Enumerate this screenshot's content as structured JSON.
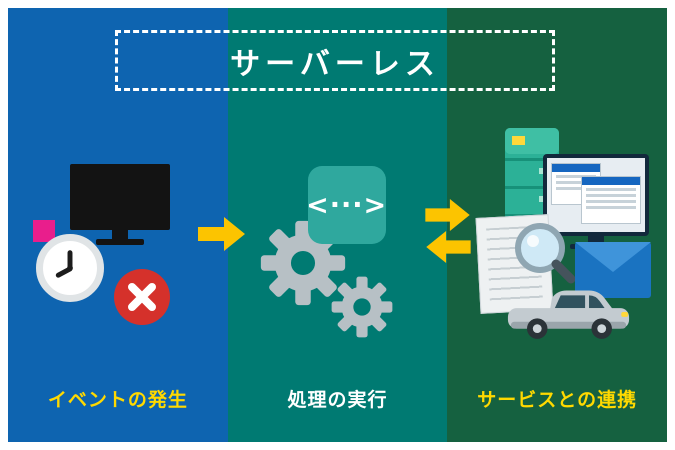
{
  "title": "サーバーレス",
  "panels": [
    {
      "id": "event",
      "label": "イベントの発生"
    },
    {
      "id": "process",
      "label": "処理の実行"
    },
    {
      "id": "services",
      "label": "サービスとの連携"
    }
  ],
  "icons": {
    "code_symbol": "<···>"
  },
  "colors": {
    "panel_event": "#0e64b0",
    "panel_process": "#007a72",
    "panel_services": "#156140",
    "arrow": "#fcc400",
    "label_accent": "#ffd900",
    "label_light": "#ffffff",
    "title_text": "#ffffff",
    "error_red": "#d5312b",
    "accent_pink": "#e91e8c",
    "code_bg": "#2fa89e",
    "gear_gray": "#b7c0c5",
    "envelope_blue": "#1a73c1",
    "server_teal": "#2cb197",
    "car_gray": "#c3cbd0"
  }
}
